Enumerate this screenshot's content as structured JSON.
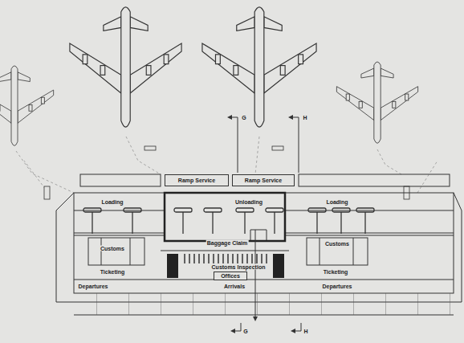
{
  "diagram": {
    "nodes": [
      {
        "text": [
          "Ramp Service"
        ]
      },
      {
        "text": [
          "Ramp Service"
        ]
      },
      {
        "text": [
          "Offices"
        ]
      }
    ],
    "labels": [
      "G",
      "H",
      "Loading",
      "Unloading",
      "Loading",
      "Baggage Claim",
      "Customs",
      "Customs",
      "Ticketing",
      "Ticketing",
      "Customs Inspection",
      "Departures",
      "Arrivals",
      "Departures",
      "G",
      "H"
    ]
  }
}
